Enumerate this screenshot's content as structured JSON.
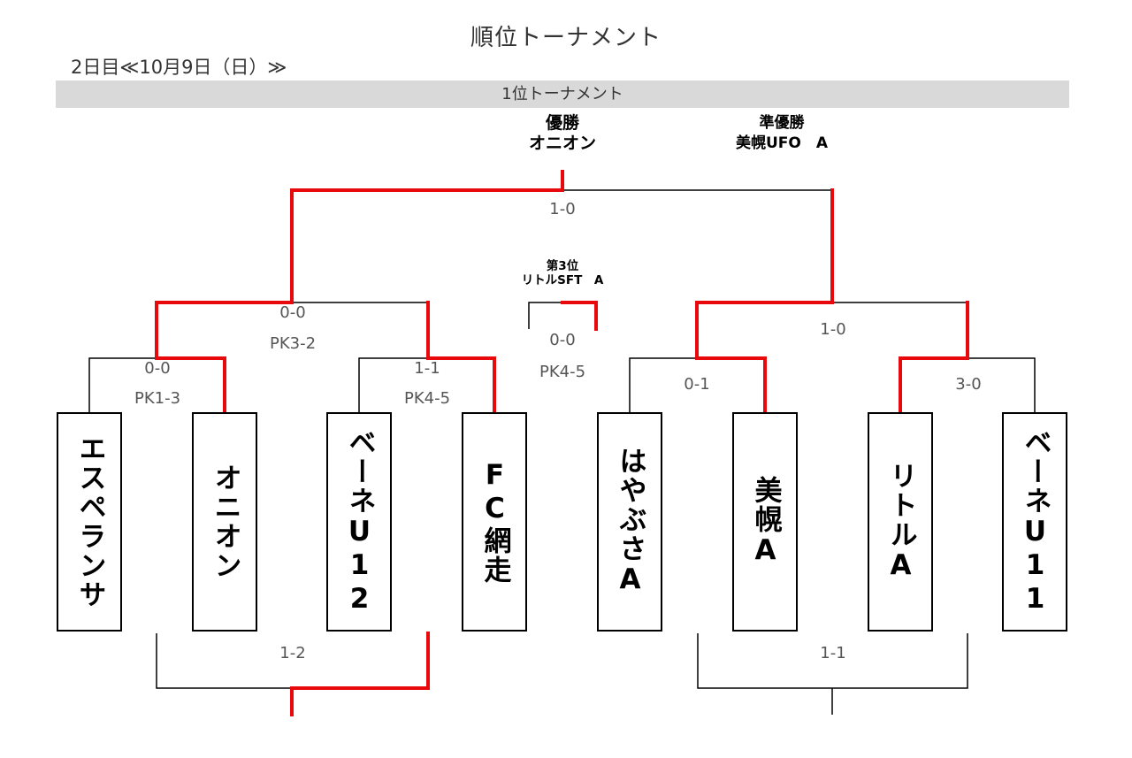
{
  "page": {
    "title": "順位トーナメント",
    "date": "2日目≪10月9日（日）≫",
    "banner": "1位トーナメント"
  },
  "results": {
    "champion_label": "優勝",
    "champion": "オニオン",
    "runner_up_label": "準優勝",
    "runner_up": "美幌UFO　A",
    "third_label": "第3位",
    "third": "リトルSFT　A"
  },
  "teams": [
    {
      "name": "エスペランサ"
    },
    {
      "name": "オニオン"
    },
    {
      "name": "ベーネU12"
    },
    {
      "name": "FC網走"
    },
    {
      "name": "はやぶさA"
    },
    {
      "name": "美幌A"
    },
    {
      "name": "リトルA"
    },
    {
      "name": "ベーネU11"
    }
  ],
  "scores": {
    "r1_m1": "0-0",
    "r1_m1_pk": "PK1-3",
    "r1_m2": "1-1",
    "r1_m2_pk": "PK4-5",
    "r1_m3": "0-1",
    "r1_m4": "3-0",
    "semi_left": "0-0",
    "semi_left_pk": "PK3-2",
    "semi_right": "1-0",
    "final": "1-0",
    "third_place": "0-0",
    "third_place_pk": "PK4-5",
    "placement_left": "1-2",
    "placement_right": "1-1"
  },
  "colors": {
    "winner_path": "#e8090c",
    "bracket_line": "#000000"
  }
}
